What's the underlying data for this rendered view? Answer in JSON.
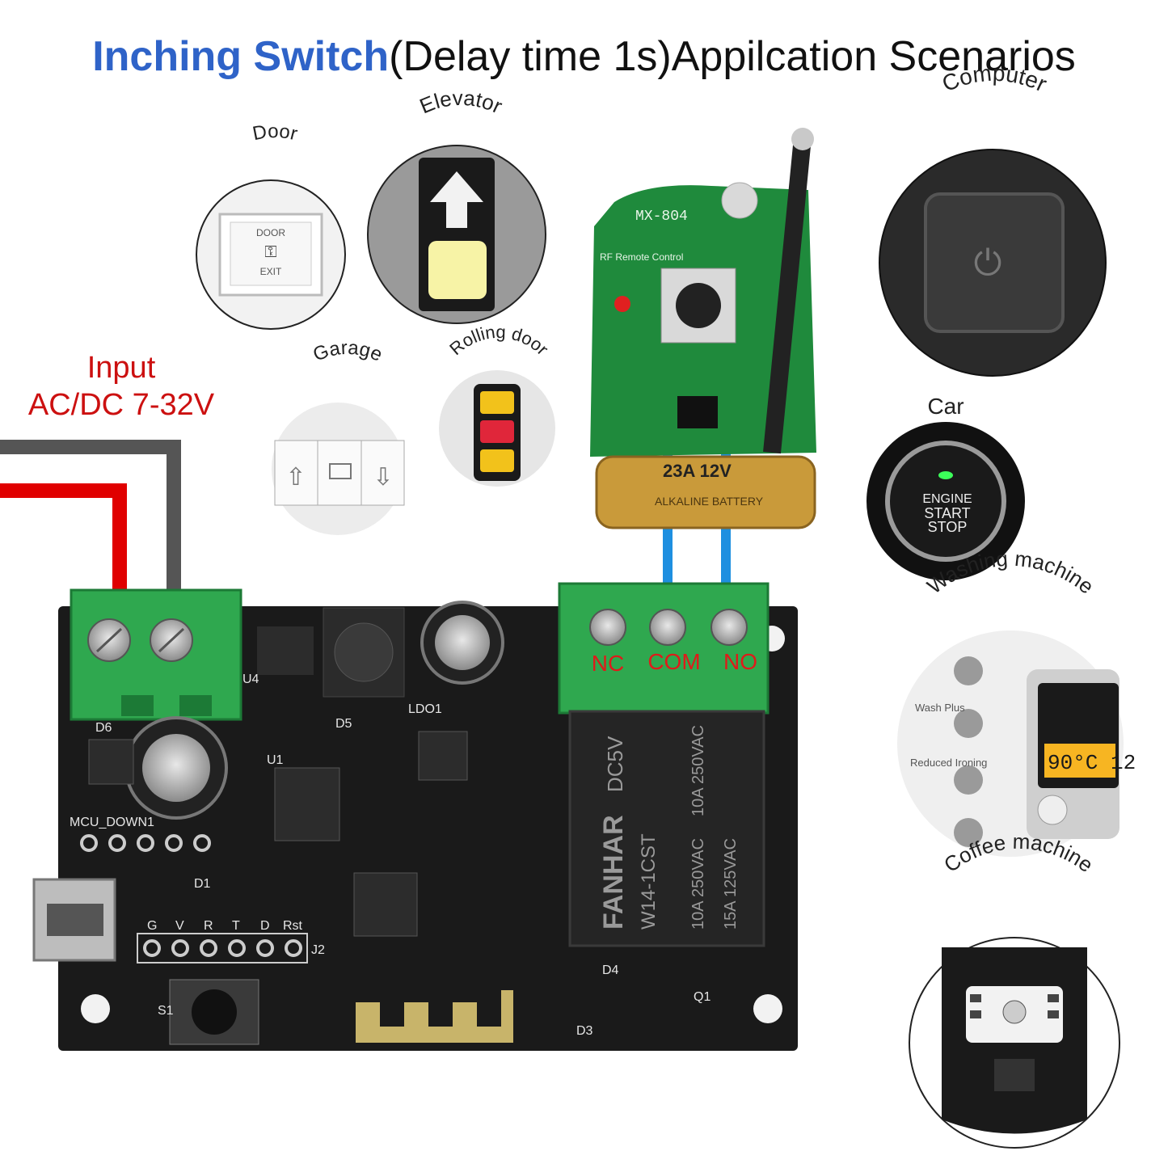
{
  "title": {
    "highlight": "Inching Switch",
    "rest": "(Delay time 1s)Appilcation Scenarios"
  },
  "input": {
    "line1": "Input",
    "line2": "AC/DC 7-32V"
  },
  "scenarios": [
    {
      "label": "Door"
    },
    {
      "label": "Elevator"
    },
    {
      "label": "Garage"
    },
    {
      "label": "Rolling door"
    },
    {
      "label": "Computer"
    },
    {
      "label": "Car"
    },
    {
      "label": "Washing machine"
    },
    {
      "label": "Coffee machine"
    }
  ],
  "relay_terminals": [
    "NC",
    "COM",
    "NO"
  ],
  "door_plate": {
    "top": "DOOR",
    "bottom": "EXIT"
  },
  "car_button": {
    "line1": "ENGINE",
    "line2": "START",
    "line3": "STOP"
  },
  "washing_display": "90°C 12",
  "washing_options": [
    "Wash Plus",
    "Reduced Ironing"
  ],
  "remote": {
    "model": "MX-804",
    "sub": "RF Remote Control",
    "battery": "23A 12V",
    "battery_type": "ALKALINE BATTERY"
  },
  "relay": {
    "brand": "FANHAR",
    "rating": "DC5V",
    "model": "W14-1CST",
    "specs": [
      "10A 250VAC",
      "10A 250VAC",
      "15A 125VAC"
    ]
  },
  "board_labels": {
    "header": "MCU_DOWN1",
    "pins": [
      "G",
      "V",
      "R",
      "T",
      "D",
      "Rst"
    ],
    "j2": "J2",
    "s1": "S1",
    "ldo": "LDO1",
    "u4": "U4",
    "u1": "U1",
    "d6": "D6",
    "d1": "D1",
    "d3": "D3",
    "d4": "D4",
    "d5": "D5",
    "q1": "Q1"
  },
  "colors": {
    "accent": "#2f63c8",
    "red": "#cc1010",
    "wire_red": "#e00000",
    "wire_gray": "#555555",
    "wire_blue": "#1e8fe0",
    "terminal_green": "#2fa84f",
    "pcb_black": "#1a1a1a",
    "remote_green": "#1f8a3c"
  }
}
